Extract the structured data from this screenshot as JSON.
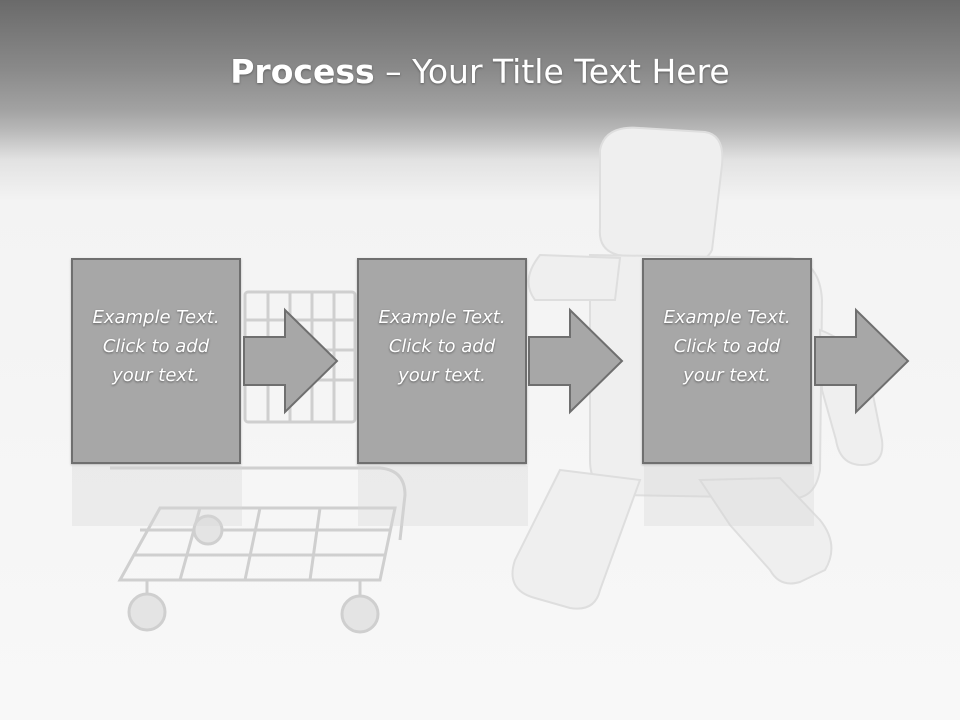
{
  "slide": {
    "title_bold": "Process",
    "title_rest": " – Your Title Text Here"
  },
  "steps": [
    {
      "line1": "Example Text.",
      "line2": "Click  to add",
      "line3": "your text."
    },
    {
      "line1": "Example Text.",
      "line2": "Click  to add",
      "line3": "your text."
    },
    {
      "line1": "Example Text.",
      "line2": "Click  to add",
      "line3": "your text."
    }
  ],
  "colors": {
    "box_fill": "#a7a7a7",
    "box_border": "#6f6f6f",
    "arrow_fill": "#a7a7a7",
    "text": "#ffffff"
  },
  "background_illustration": "shopping-cart-and-running-figure"
}
